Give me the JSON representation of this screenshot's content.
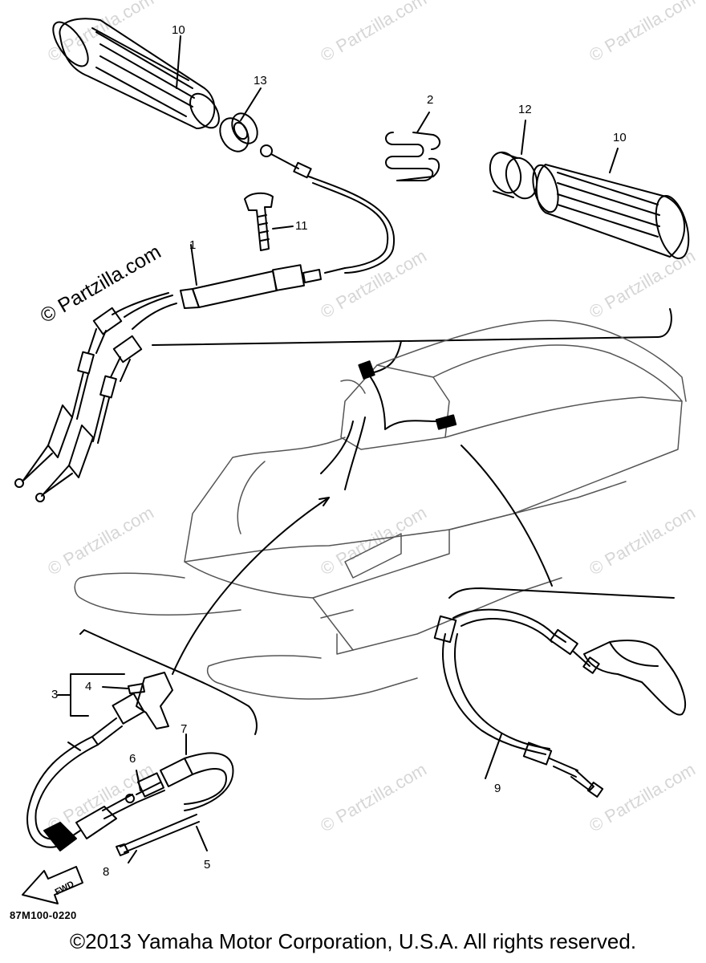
{
  "watermark": "© Partzilla.com",
  "watermark_main": "© Partzilla.com",
  "callouts": [
    "1",
    "2",
    "3",
    "4",
    "5",
    "6",
    "7",
    "8",
    "9",
    "10",
    "10",
    "11",
    "12",
    "13"
  ],
  "fwd_label": "FWD",
  "diagram_code": "87M100-0220",
  "copyright": "©2013  Yamaha Motor Corporation, U.S.A. All rights reserved."
}
